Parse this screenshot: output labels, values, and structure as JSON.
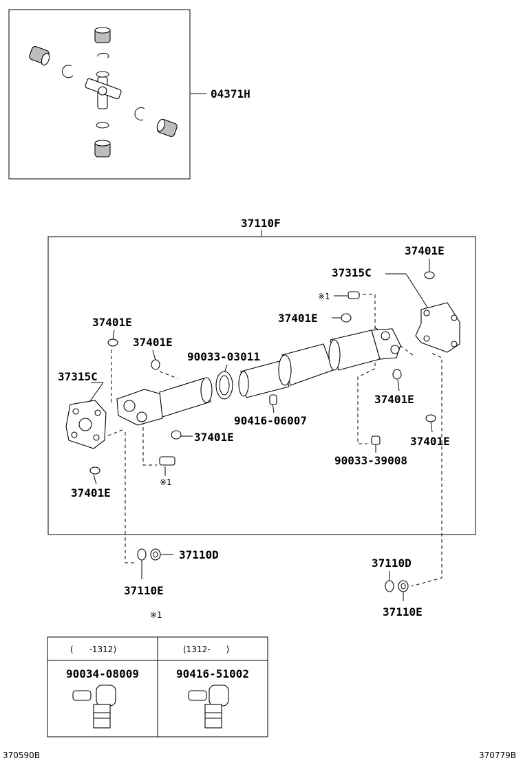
{
  "parts": {
    "p_04371H": "04371H",
    "p_37110F": "37110F",
    "p_37401E_top_right": "37401E",
    "p_37315C_right": "37315C",
    "p_note1_upper": "※1",
    "p_37401E_center_upper": "37401E",
    "p_37401E_left_upper": "37401E",
    "p_37401E_left_second": "37401E",
    "p_90033_03011": "90033-03011",
    "p_37315C_left": "37315C",
    "p_90416_06007": "90416-06007",
    "p_37401E_right_mid": "37401E",
    "p_37401E_right_lower": "37401E",
    "p_37401E_center_lower": "37401E",
    "p_90033_39008": "90033-39008",
    "p_note1_lower": "※1",
    "p_37401E_left_lower": "37401E",
    "p_37110D_left": "37110D",
    "p_37110E_left": "37110E",
    "p_37110D_right": "37110D",
    "p_37110E_right": "37110E"
  },
  "table": {
    "note": "※1",
    "col1_header": "(      -1312)",
    "col2_header": "(1312-      )",
    "col1_part": "90034-08009",
    "col2_part": "90416-51002"
  },
  "footer": {
    "left_code": "370590B",
    "right_code": "370779B"
  }
}
